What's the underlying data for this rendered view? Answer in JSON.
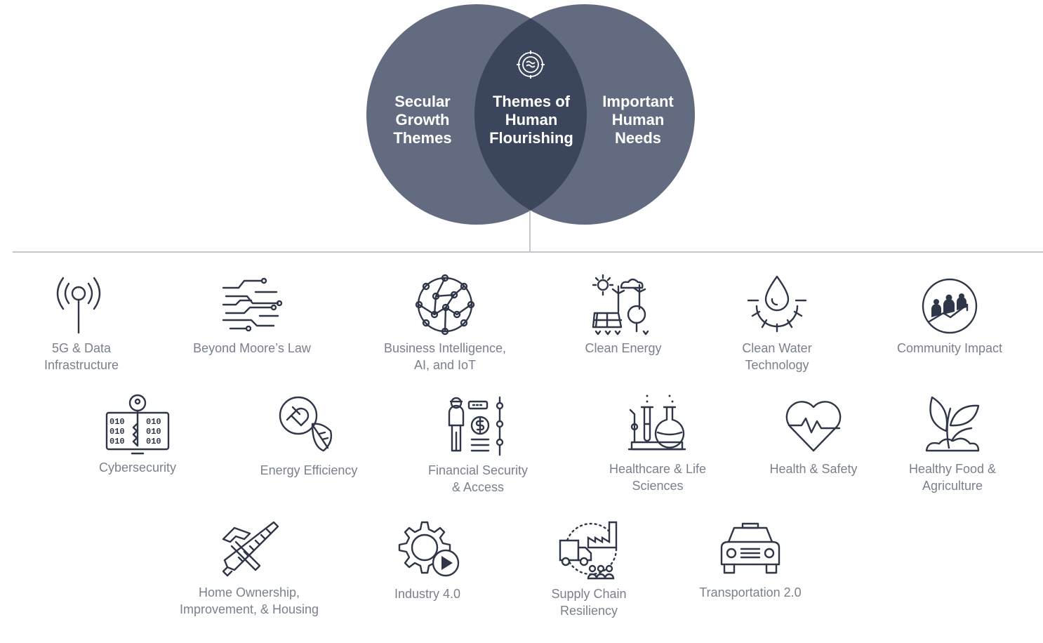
{
  "colors": {
    "circle": "#636b80",
    "overlap": "#3b465d",
    "label_text": "#7a808c",
    "icon": "#2f3647",
    "rule": "#c3c6cd"
  },
  "venn": {
    "left": "Secular\nGrowth\nThemes",
    "center": "Themes of\nHuman\nFlourishing",
    "right": "Important\nHuman\nNeeds",
    "center_icon": "concentric-logo-icon"
  },
  "themes": [
    {
      "label": "5G & Data\nInfrastructure",
      "icon": "antenna-icon"
    },
    {
      "label": "Beyond Moore’s Law",
      "icon": "circuit-icon"
    },
    {
      "label": "Business Intelligence,\nAI, and IoT",
      "icon": "network-icon"
    },
    {
      "label": "Clean Energy",
      "icon": "solar-wind-icon"
    },
    {
      "label": "Clean Water\nTechnology",
      "icon": "water-drop-icon"
    },
    {
      "label": "Community Impact",
      "icon": "community-icon"
    },
    {
      "label": "Cybersecurity",
      "icon": "key-binary-icon"
    },
    {
      "label": "Energy Efficiency",
      "icon": "plug-leaf-icon"
    },
    {
      "label": "Financial Security\n& Access",
      "icon": "finance-person-icon"
    },
    {
      "label": "Healthcare & Life\nSciences",
      "icon": "lab-flask-icon"
    },
    {
      "label": "Health & Safety",
      "icon": "heart-pulse-icon"
    },
    {
      "label": "Healthy Food &\nAgriculture",
      "icon": "sprout-icon"
    },
    {
      "label": "Home Ownership,\nImprovement, & Housing",
      "icon": "tools-icon"
    },
    {
      "label": "Industry 4.0",
      "icon": "gear-play-icon"
    },
    {
      "label": "Supply Chain\nResiliency",
      "icon": "supply-chain-icon"
    },
    {
      "label": "Transportation 2.0",
      "icon": "car-icon"
    }
  ]
}
